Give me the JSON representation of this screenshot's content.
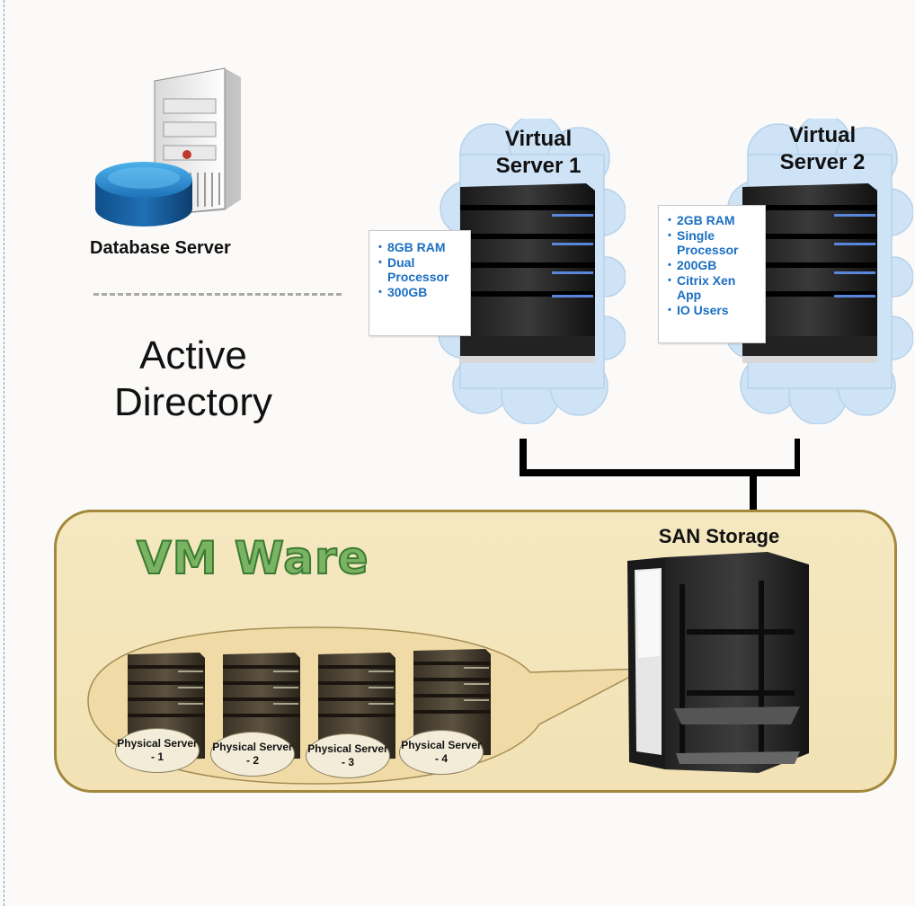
{
  "database_server": {
    "label": "Database Server"
  },
  "active_directory": {
    "label_line1": "Active",
    "label_line2": "Directory"
  },
  "virtual_server_1": {
    "title_line1": "Virtual",
    "title_line2": "Server 1",
    "specs": [
      "8GB RAM",
      "Dual Processor",
      "300GB"
    ]
  },
  "virtual_server_2": {
    "title_line1": "Virtual",
    "title_line2": "Server 2",
    "specs": [
      "2GB RAM",
      "Single Processor",
      "200GB",
      "Citrix Xen App",
      "IO Users"
    ]
  },
  "vmware": {
    "title": "VM Ware"
  },
  "san_storage": {
    "label": "SAN Storage"
  },
  "physical_servers": [
    {
      "label": "Physical Server - 1"
    },
    {
      "label": "Physical Server - 2"
    },
    {
      "label": "Physical Server - 3"
    },
    {
      "label": "Physical Server - 4"
    }
  ],
  "colors": {
    "spec_text": "#1a6fc2",
    "vmware_panel": "#f2e2b5",
    "vmware_border": "#a4893c",
    "vmware_title_fill": "#7ab463",
    "cloud": "#cfe3f6",
    "connector": "#000000"
  },
  "icons": [
    "database-server-icon",
    "server-tower-icon",
    "server-rack-icon",
    "cloud-icon"
  ]
}
